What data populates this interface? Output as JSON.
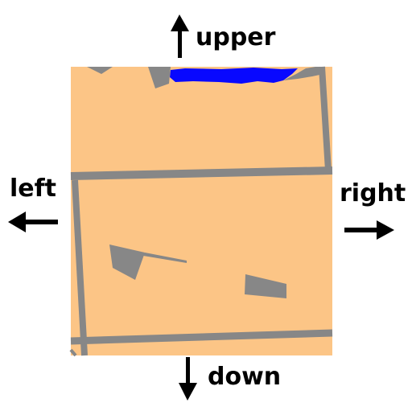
{
  "directions": {
    "up": "upper",
    "left": "left",
    "right": "right",
    "down": "down"
  },
  "colors": {
    "land": "#FCC586",
    "road": "#878787",
    "water": "#0808FF",
    "arrow": "#000000",
    "background": "#FFFFFF"
  },
  "icons": {
    "up": "arrow-up-icon",
    "left": "arrow-left-icon",
    "right": "arrow-right-icon",
    "down": "arrow-down-icon"
  }
}
